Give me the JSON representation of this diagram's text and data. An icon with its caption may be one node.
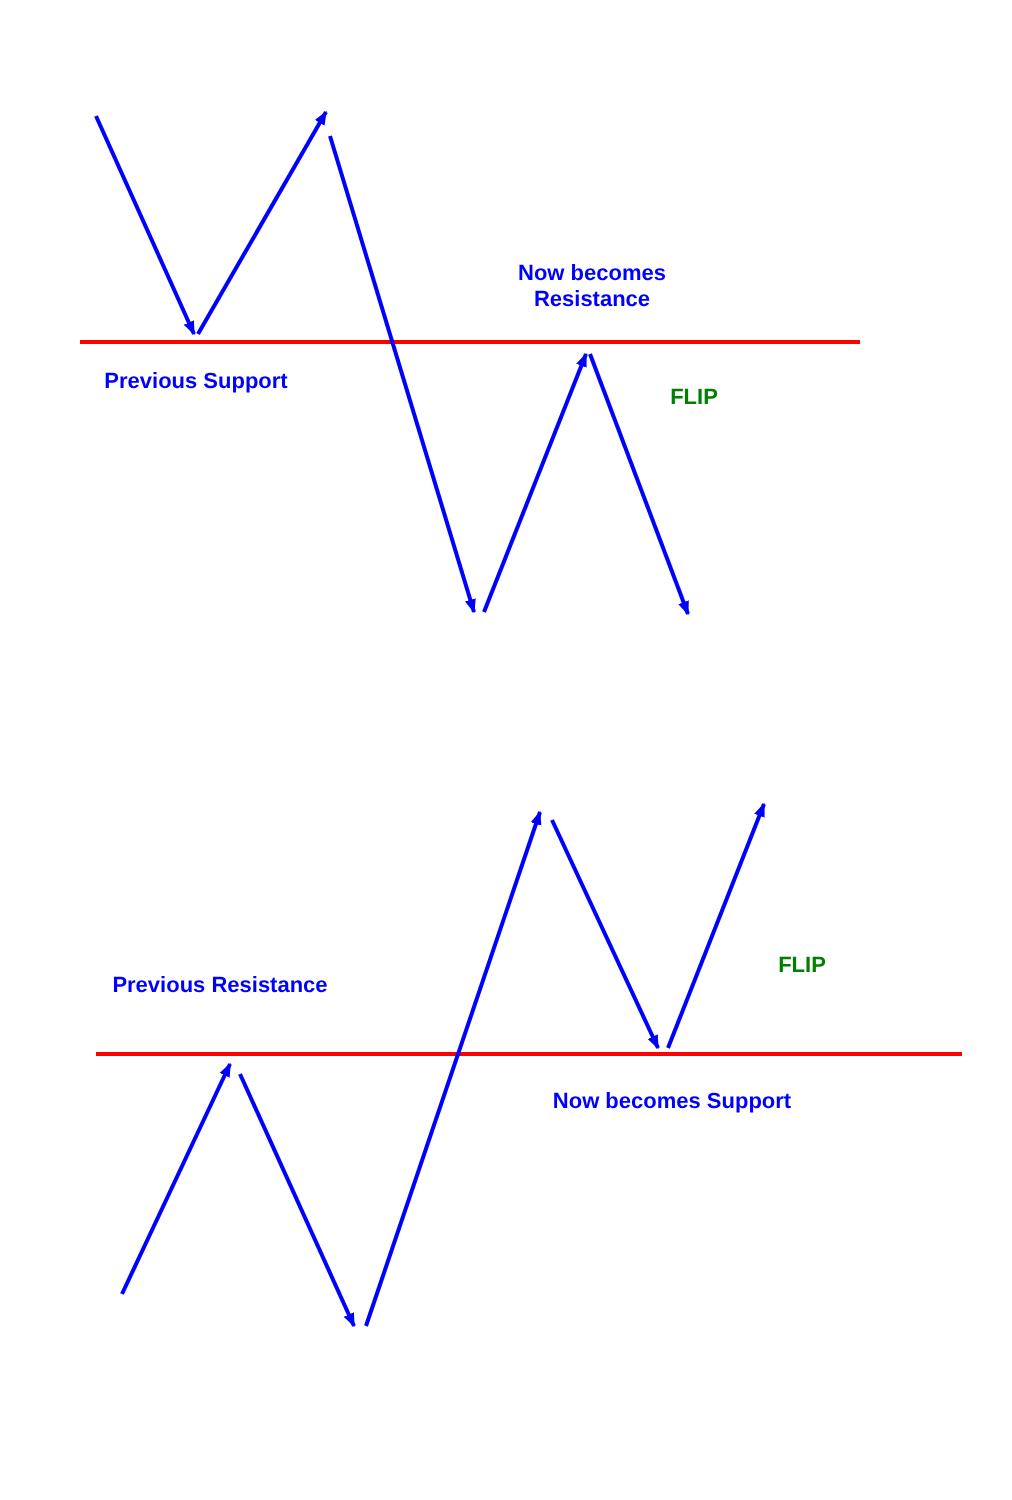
{
  "diagram": {
    "labels": [
      "Now becomes Resistance",
      "Previous Support",
      "FLIP",
      "FLIP",
      "Previous Resistance",
      "Now becomes Support"
    ]
  }
}
